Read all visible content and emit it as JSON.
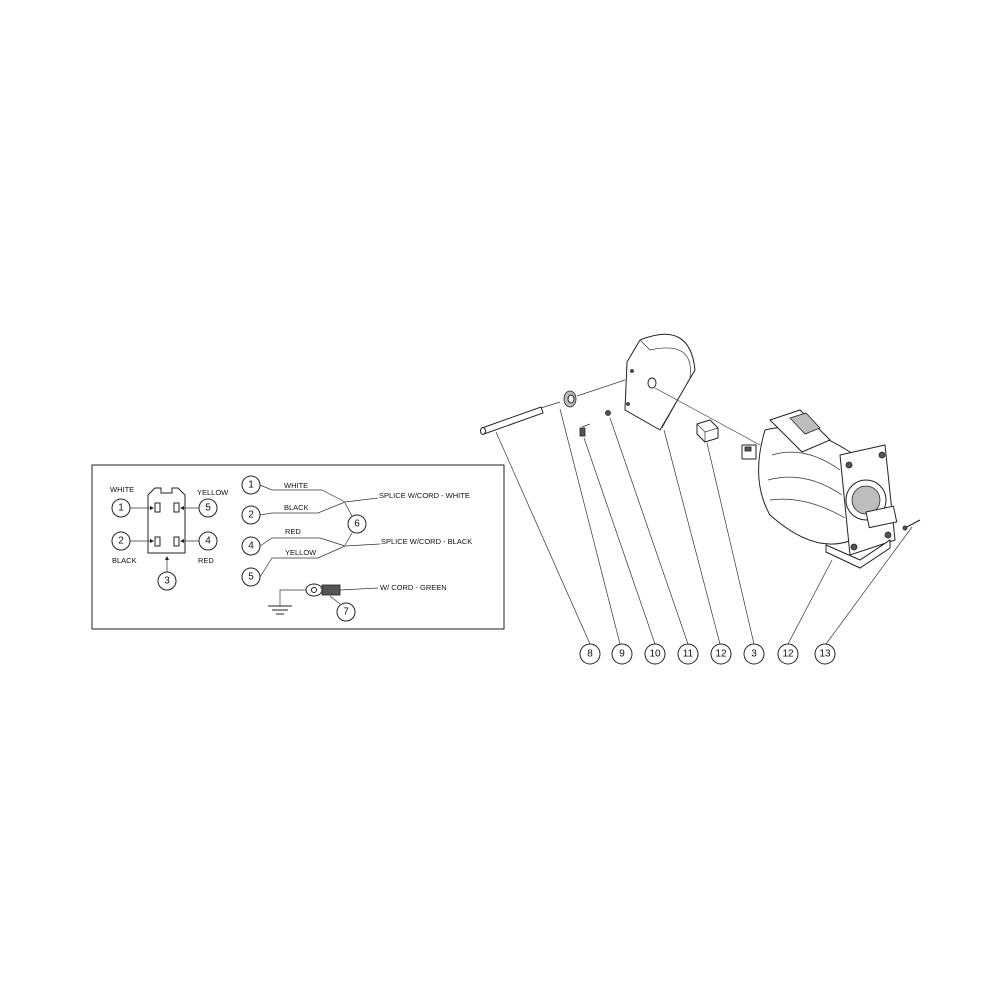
{
  "wiring": {
    "receptacle": {
      "labels": {
        "white": "WHITE",
        "yellow": "YELLOW",
        "black": "BLACK",
        "red": "RED"
      },
      "callouts": [
        "1",
        "5",
        "2",
        "4",
        "3"
      ]
    },
    "leads": {
      "lead1": {
        "callout": "1",
        "wire": "WHITE"
      },
      "lead2": {
        "callout": "2",
        "wire": "BLACK"
      },
      "lead4": {
        "callout": "4",
        "wire": "RED"
      },
      "lead5": {
        "callout": "5",
        "wire": "YELLOW"
      },
      "splice_callout": "6",
      "splice_white": "SPLICE W/CORD - WHITE",
      "splice_black": "SPLICE W/CORD - BLACK",
      "ground_callout": "7",
      "ground_label": "W/ CORD - GREEN"
    }
  },
  "exploded": {
    "callouts": [
      "8",
      "9",
      "10",
      "11",
      "12",
      "3",
      "12",
      "13"
    ]
  }
}
